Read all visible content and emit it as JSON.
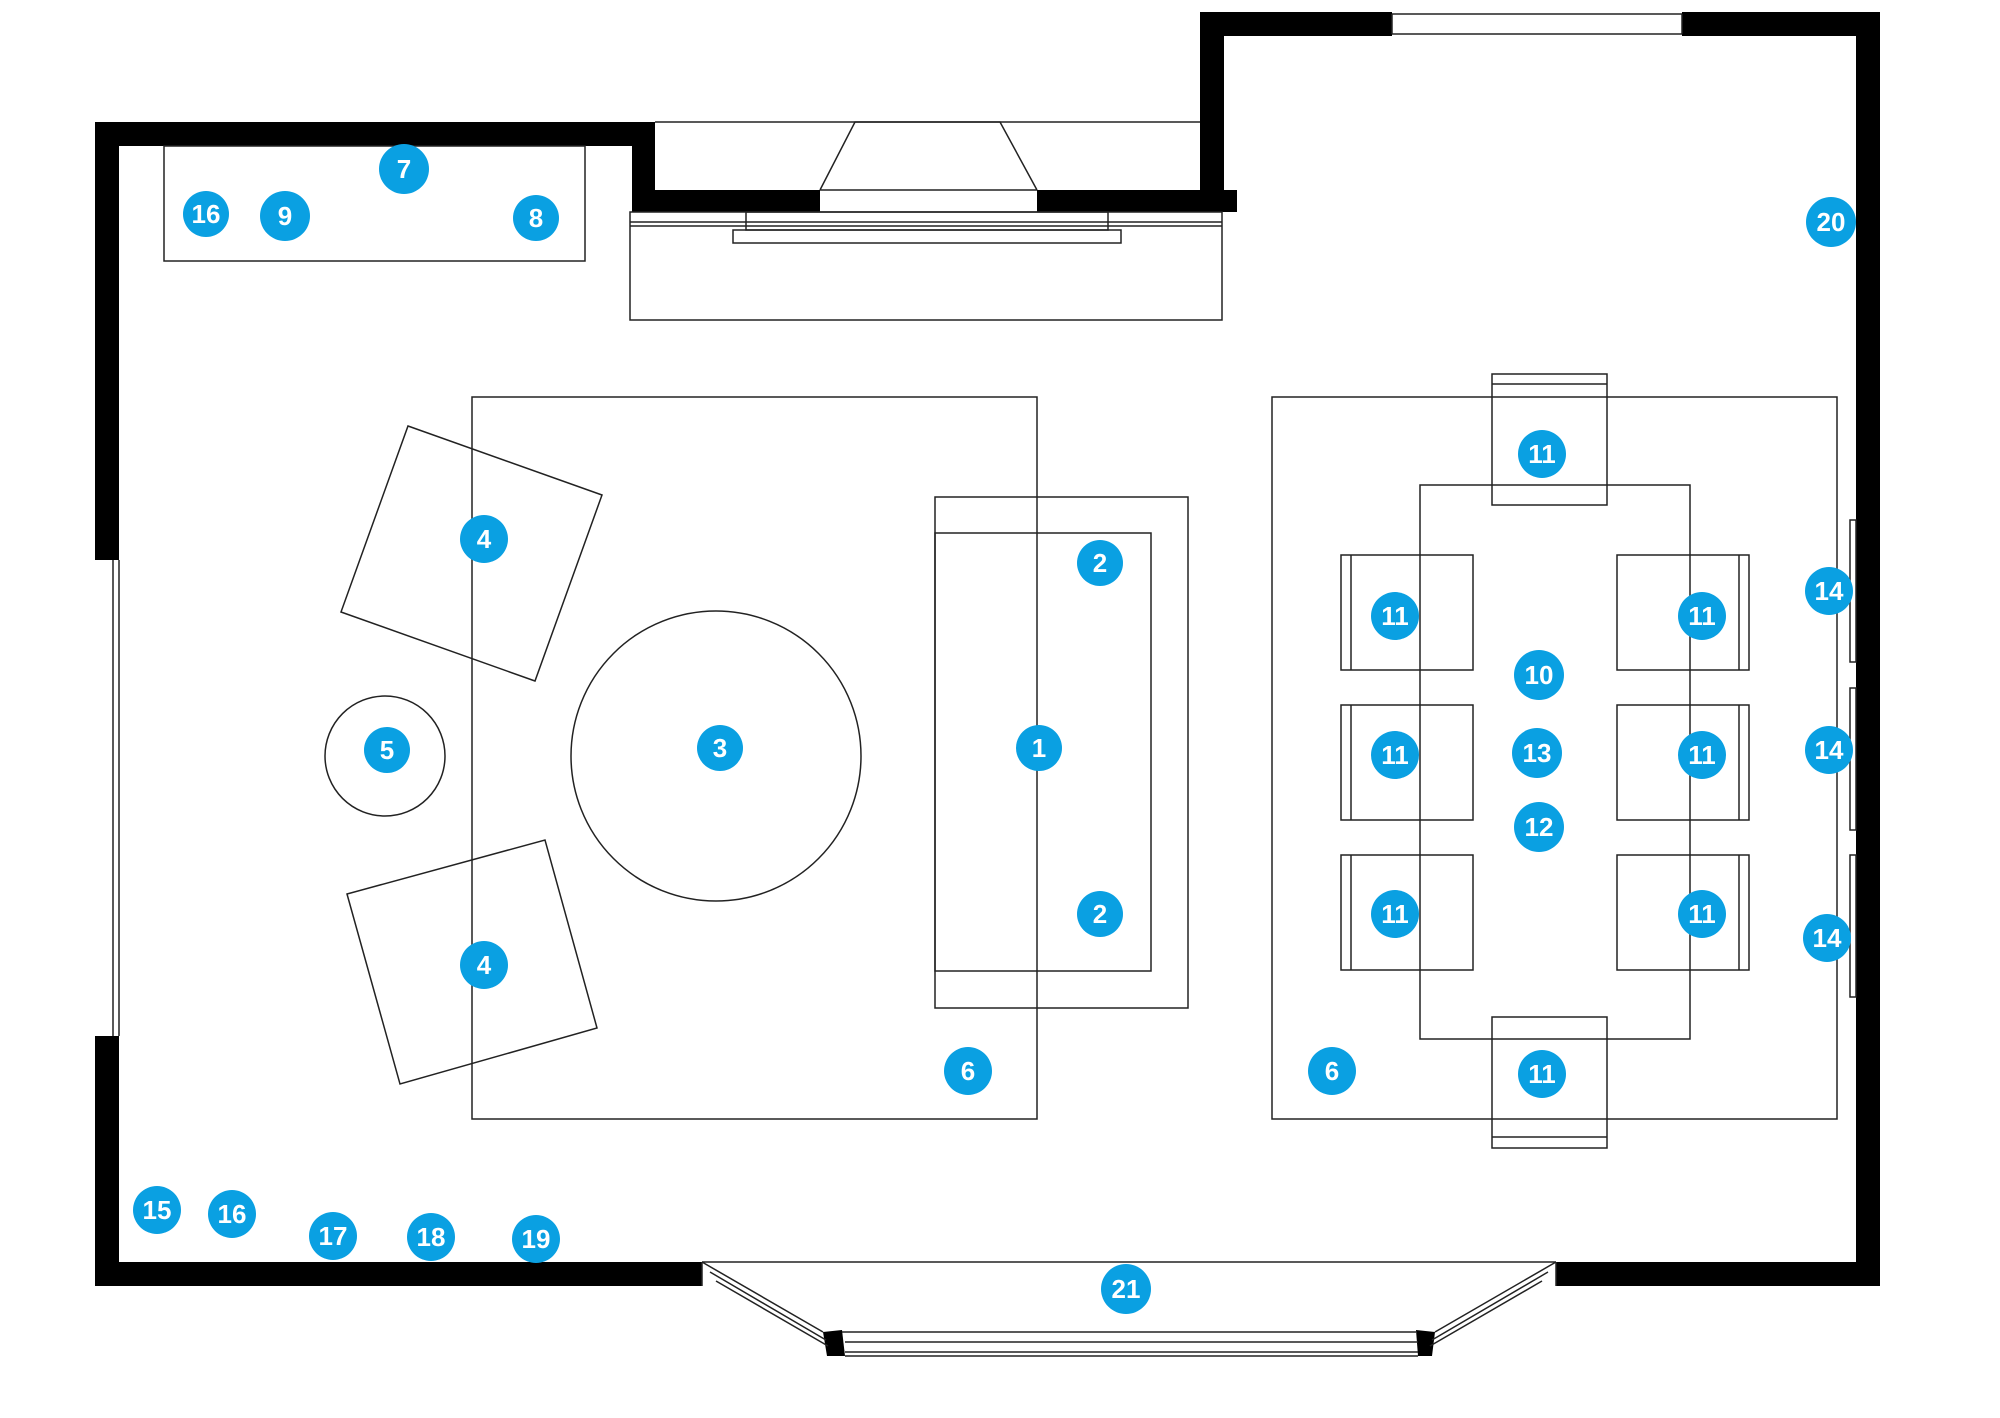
{
  "colors": {
    "wall": "#000000",
    "line": "#222222",
    "marker_fill": "#0aa0e2",
    "marker_text": "#ffffff",
    "background": "#ffffff"
  },
  "markers": {
    "m1": "1",
    "m2": "2",
    "m3": "3",
    "m4": "4",
    "m5": "5",
    "m6": "6",
    "m7": "7",
    "m8": "8",
    "m9": "9",
    "m10": "10",
    "m11": "11",
    "m12": "12",
    "m13": "13",
    "m14": "14",
    "m15": "15",
    "m16": "16",
    "m17": "17",
    "m18": "18",
    "m19": "19",
    "m20": "20",
    "m21": "21"
  }
}
